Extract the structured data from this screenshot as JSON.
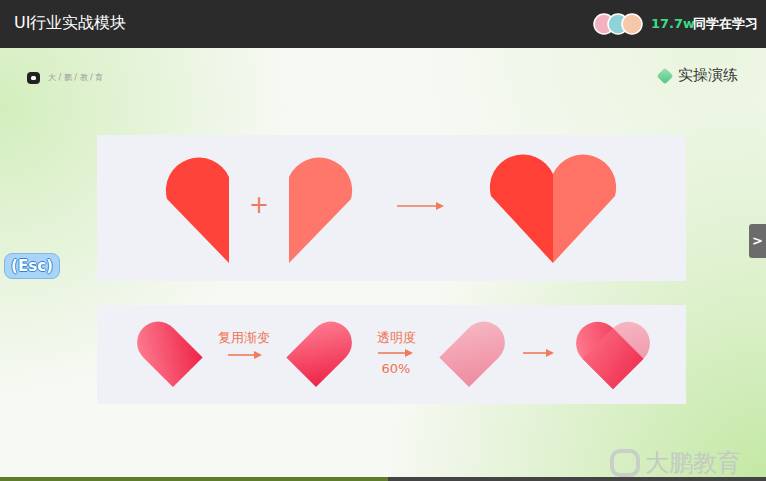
{
  "diagram": {
    "nodes": [
      {
        "text": [
          "UI行业实战模块",
          "17.7w",
          "同学在学习"
        ]
      },
      {
        "text": [
          "+"
        ]
      },
      {
        "text": [
          ">"
        ]
      },
      {
        "text": [
          "(Esc)"
        ]
      },
      {
        "text": [
          "复用渐变",
          "透明度",
          "60%"
        ]
      }
    ],
    "labels": [
      "大 / 鹏 / 教 / 育",
      "实操演练",
      "大鹏教育"
    ]
  }
}
